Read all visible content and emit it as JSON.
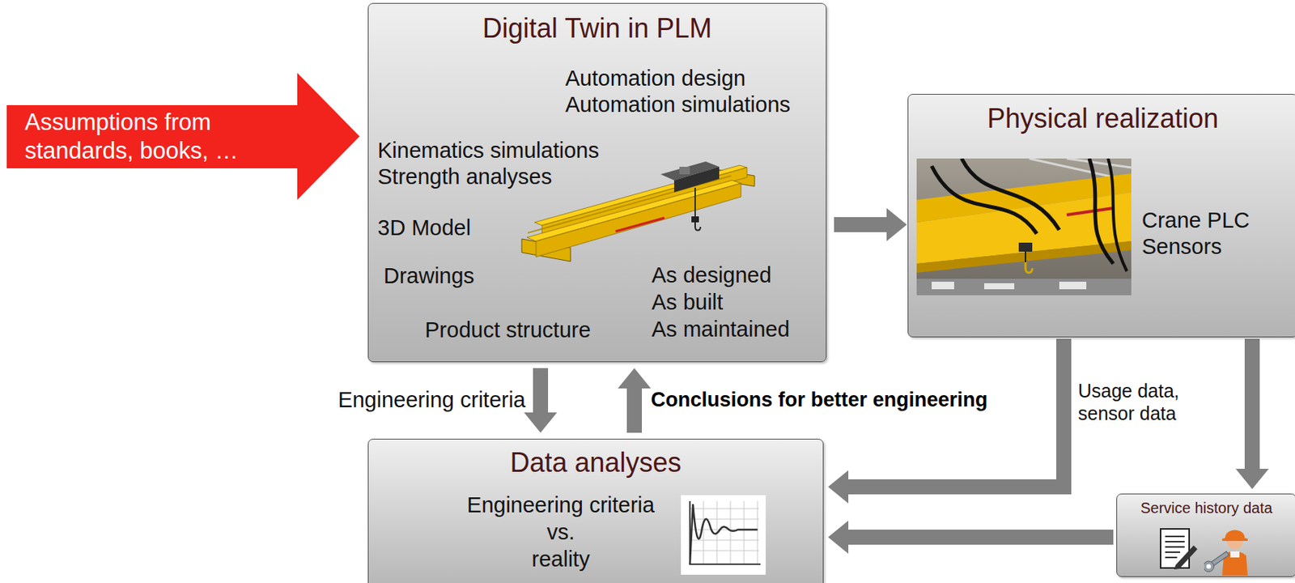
{
  "diagram": {
    "nodes": [
      {
        "text": [
          "Assumptions from standards, books, …"
        ]
      },
      {
        "text": [
          "Digital Twin in PLM",
          "Automation design",
          "Automation simulations",
          "Kinematics simulations",
          "Strength analyses",
          "3D Model",
          "Drawings",
          "Product structure",
          "As designed",
          "As built",
          "As maintained"
        ]
      },
      {
        "text": [
          "Physical realization",
          "Crane PLC",
          "Sensors"
        ]
      },
      {
        "text": [
          "Data analyses",
          "Engineering criteria",
          "vs.",
          "reality"
        ]
      },
      {
        "text": [
          "Service history data"
        ]
      }
    ],
    "edges": [
      {
        "from": 1,
        "to": 2,
        "arrow": "to"
      },
      {
        "from": 1,
        "to": 3,
        "label": "Engineering criteria",
        "arrow": "to"
      },
      {
        "from": 3,
        "to": 1,
        "label": "Conclusions for better engineering",
        "arrow": "to"
      },
      {
        "from": 2,
        "to": 3,
        "label": "Usage data, sensor data",
        "arrow": "to"
      },
      {
        "from": 2,
        "to": 4,
        "arrow": "to"
      },
      {
        "from": 4,
        "to": 3,
        "arrow": "to"
      }
    ]
  }
}
